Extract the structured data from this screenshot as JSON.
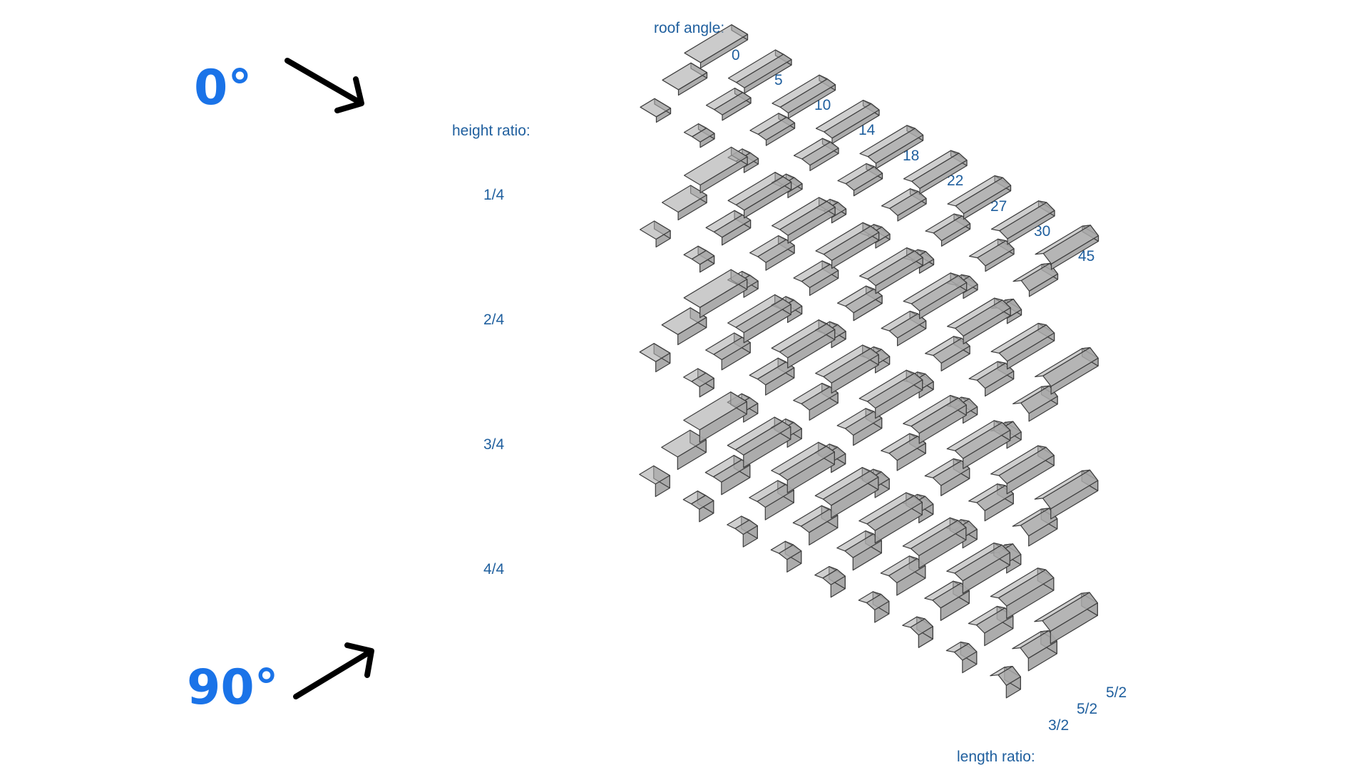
{
  "orientation_labels": {
    "top": "0°",
    "bottom": "90°"
  },
  "roof_angle": {
    "title": "roof angle:",
    "values": [
      "0",
      "5",
      "10",
      "14",
      "18",
      "22",
      "27",
      "30",
      "45"
    ]
  },
  "height_ratio": {
    "title": "height ratio:",
    "values": [
      "1/4",
      "2/4",
      "3/4",
      "4/4"
    ]
  },
  "length_ratio": {
    "title": "length ratio:",
    "values": [
      "3/2",
      "5/2",
      "5/2"
    ]
  },
  "colors": {
    "label": "#1f5f9e",
    "angle_text": "#1a73e8",
    "block_fill": "#a8a8a8",
    "block_stroke": "#3e3e3e",
    "arrow": "#000000"
  },
  "icons": {
    "top_arrow": "arrow-down-right-icon",
    "bottom_arrow": "arrow-up-right-icon"
  }
}
